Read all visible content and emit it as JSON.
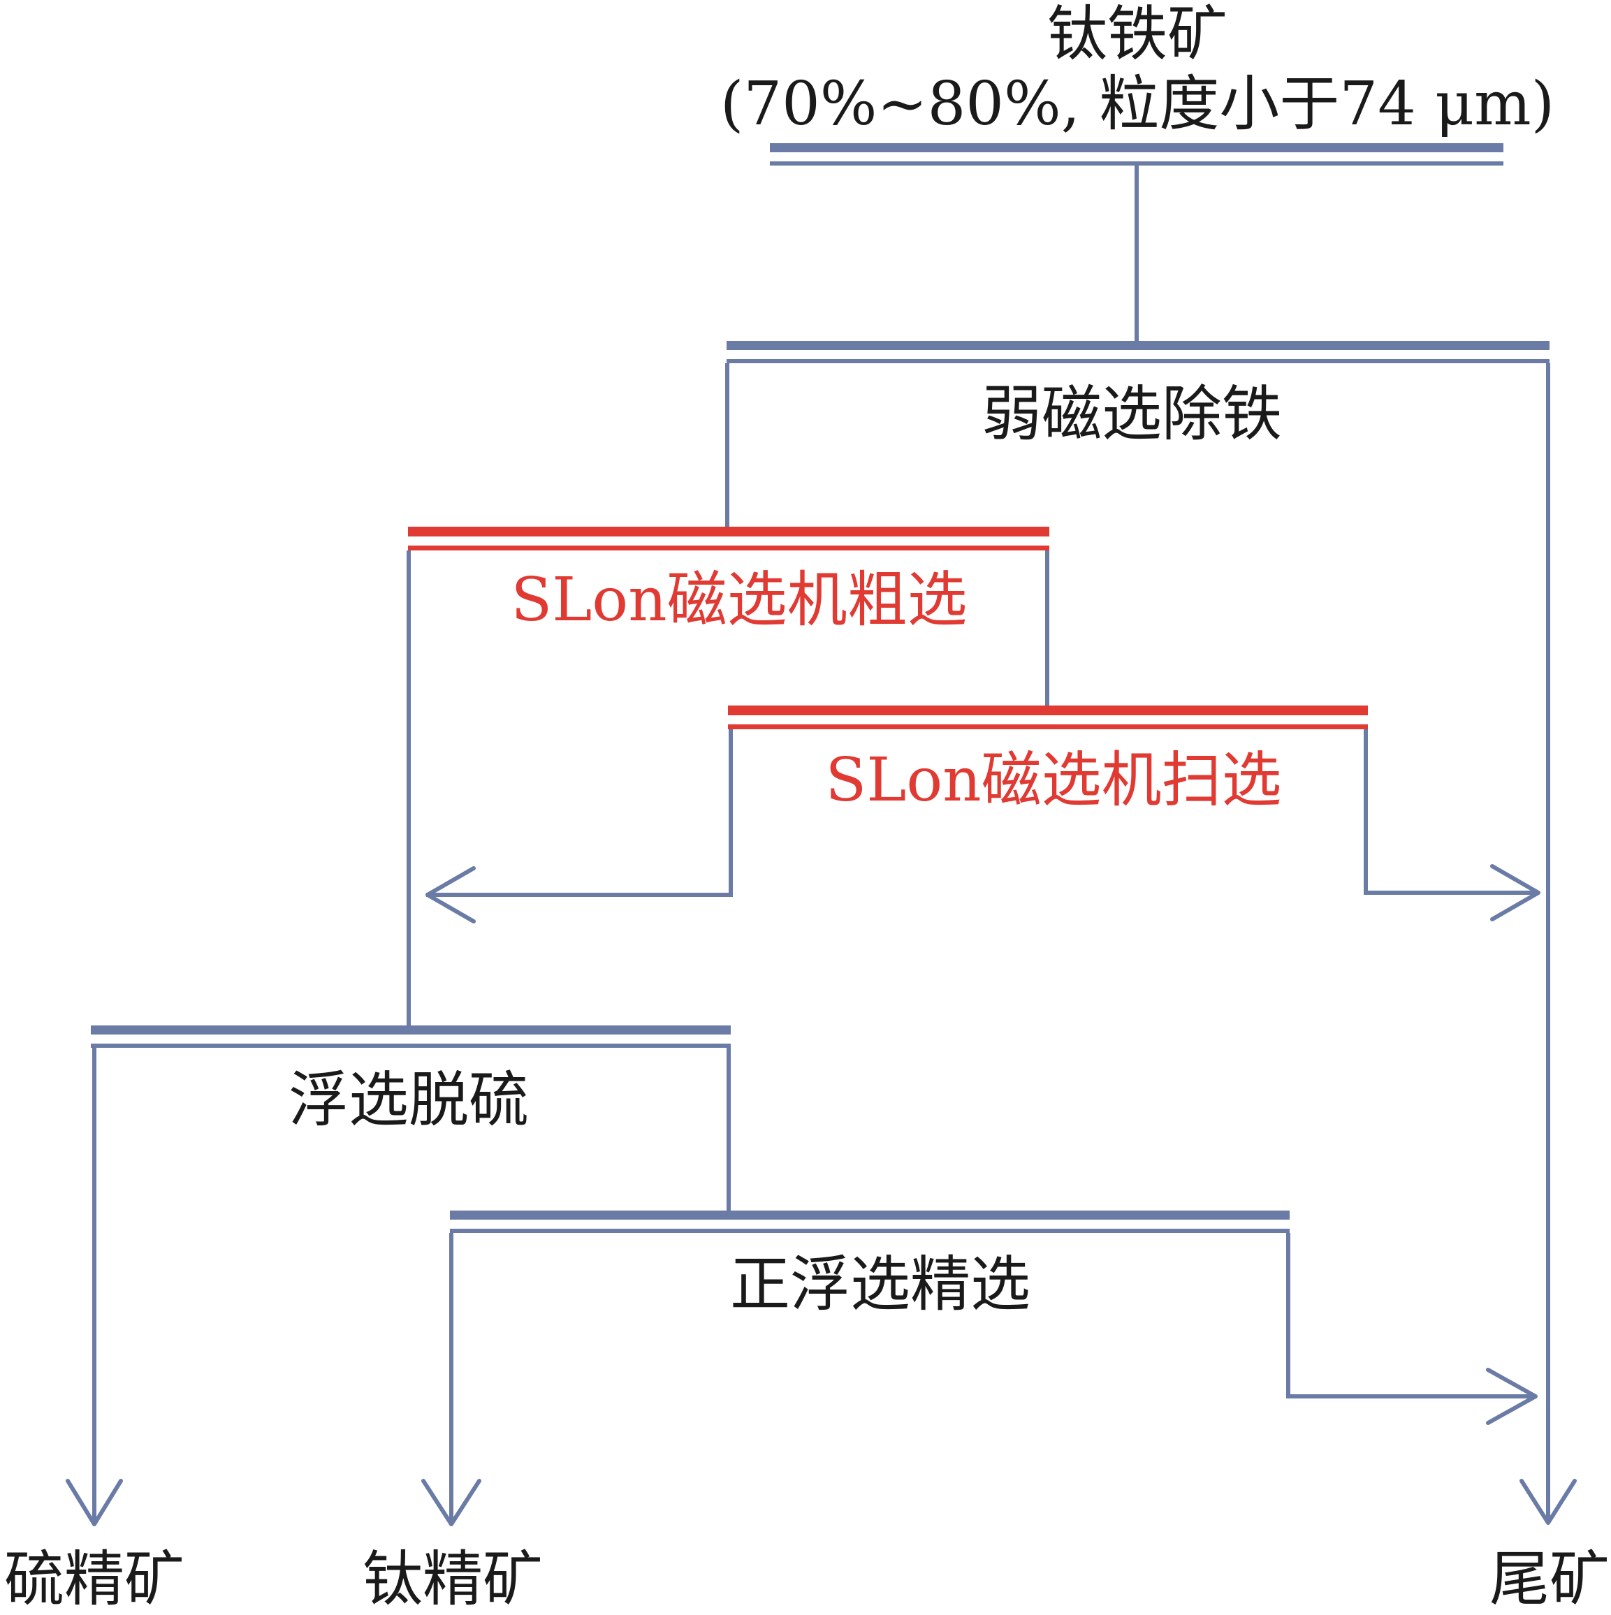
{
  "colors": {
    "line": "#6A7BA6",
    "accent": "#E03A33",
    "text": "#1A1A1A",
    "background": "#FFFFFF"
  },
  "feed": {
    "name": "钛铁矿",
    "spec": "(70%~80%, 粒度小于74 μm)"
  },
  "stages": {
    "weak_magnetic": "弱磁选除铁",
    "slon_rougher": "SLon磁选机粗选",
    "slon_scavenger": "SLon磁选机扫选",
    "flotation_desulfur": "浮选脱硫",
    "direct_flotation_cleaner": "正浮选精选"
  },
  "products": {
    "sulfur_concentrate": "硫精矿",
    "titanium_concentrate": "钛精矿",
    "tailings": "尾矿"
  }
}
